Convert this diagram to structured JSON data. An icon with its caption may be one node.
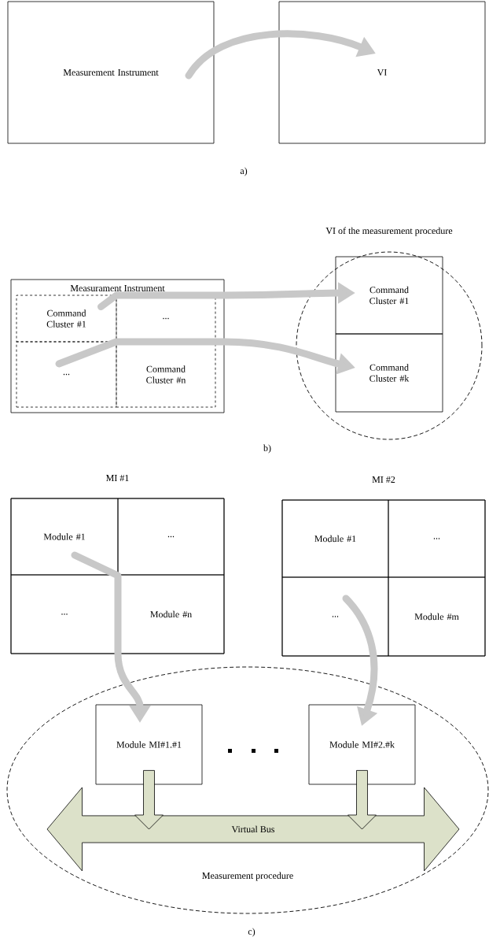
{
  "diagram": {
    "nodes": [
      {
        "text": [
          "Measurement Instrument"
        ]
      },
      {
        "text": [
          "VI"
        ]
      },
      {
        "text": [
          "Measurament Instrument"
        ]
      },
      {
        "text": [
          "Command Cluster #1"
        ],
        "in": 2
      },
      {
        "text": [
          "..."
        ],
        "in": 2
      },
      {
        "text": [
          "..."
        ],
        "in": 2
      },
      {
        "text": [
          "Command Cluster #n"
        ],
        "in": 2
      },
      {
        "text": [
          "VI of the measurement procedure"
        ]
      },
      {
        "text": [
          "Command Cluster #1"
        ],
        "in": 7
      },
      {
        "text": [
          "Command Cluster #k"
        ],
        "in": 7
      },
      {
        "text": [
          "MI #1"
        ]
      },
      {
        "text": [
          "Module #1"
        ],
        "in": 10
      },
      {
        "text": [
          "..."
        ],
        "in": 10
      },
      {
        "text": [
          "..."
        ],
        "in": 10
      },
      {
        "text": [
          "Module #n"
        ],
        "in": 10
      },
      {
        "text": [
          "MI #2"
        ]
      },
      {
        "text": [
          "Module #1"
        ],
        "in": 15
      },
      {
        "text": [
          "..."
        ],
        "in": 15
      },
      {
        "text": [
          "..."
        ],
        "in": 15
      },
      {
        "text": [
          "Module #m"
        ],
        "in": 15
      },
      {
        "text": [
          "Measurement procedure"
        ]
      },
      {
        "text": [
          "Module MI#1.#1"
        ],
        "in": 20
      },
      {
        "text": [
          "Module MI#2.#k"
        ],
        "in": 20
      },
      {
        "text": [
          "Virtual Bus"
        ],
        "in": 20
      }
    ],
    "edges": [
      {
        "from": 0,
        "to": 1,
        "arrow": "to"
      },
      {
        "from": 3,
        "to": 8,
        "arrow": "to"
      },
      {
        "from": 5,
        "to": 9,
        "arrow": "to"
      },
      {
        "from": 11,
        "to": 21,
        "arrow": "to"
      },
      {
        "from": 18,
        "to": 22,
        "arrow": "to"
      },
      {
        "from": 21,
        "to": 23,
        "arrow": "to",
        "color": "#dce1c9"
      },
      {
        "from": 22,
        "to": 23,
        "arrow": "to",
        "color": "#dce1c9"
      }
    ],
    "labels": [
      "a)",
      "b)",
      "c)"
    ]
  }
}
